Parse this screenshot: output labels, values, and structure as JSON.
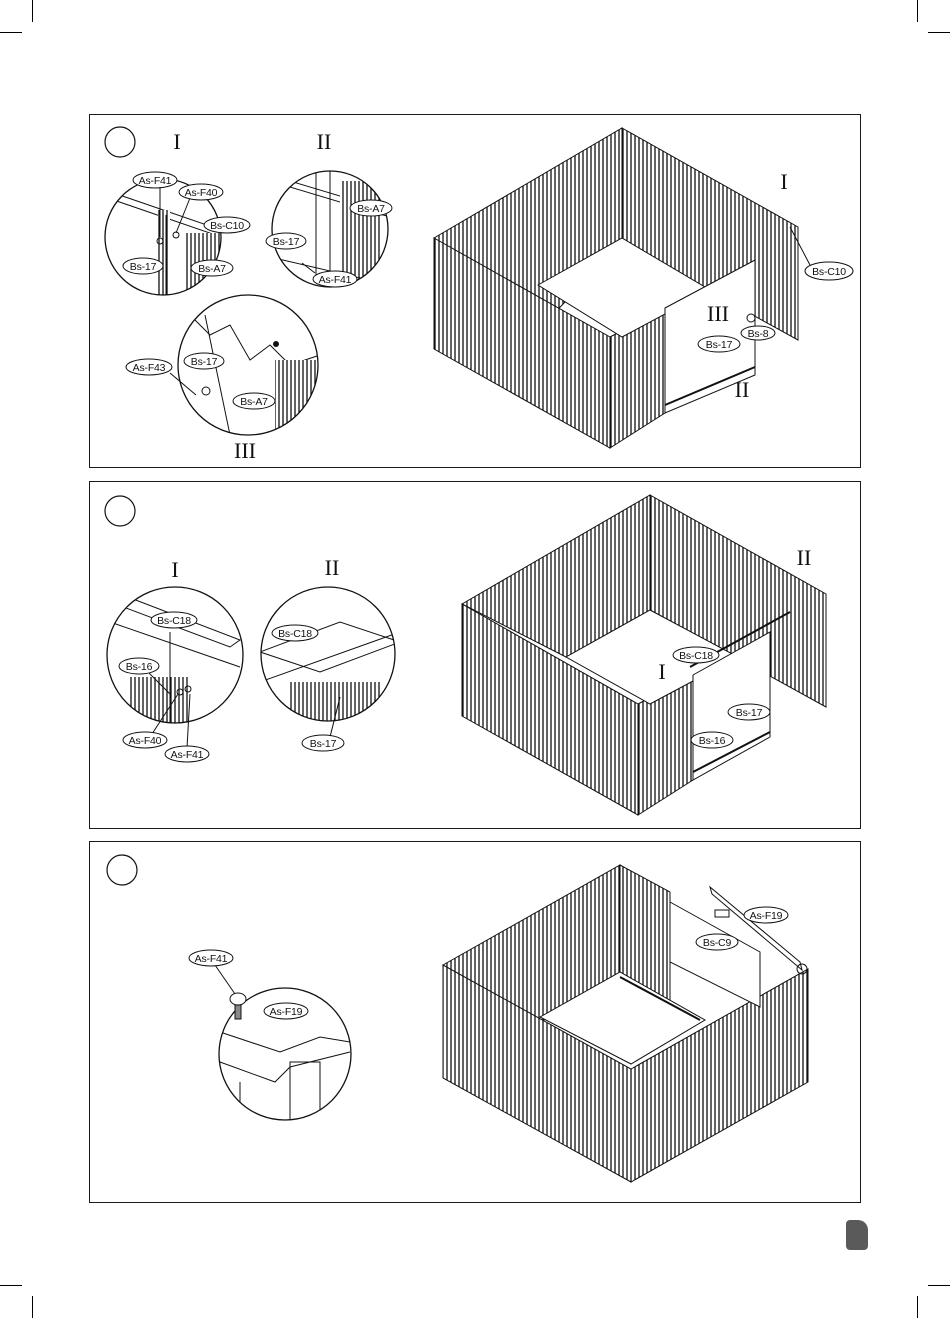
{
  "steps": [
    {
      "details": [
        {
          "roman": "I",
          "labels": [
            "As-F41",
            "As-F40",
            "Bs-C10",
            "Bs-17",
            "Bs-A7"
          ]
        },
        {
          "roman": "II",
          "labels": [
            "Bs-A7",
            "Bs-17",
            "As-F41"
          ]
        },
        {
          "roman": "III",
          "labels": [
            "As-F43",
            "Bs-17",
            "Bs-A7"
          ]
        }
      ],
      "main": {
        "romans": [
          "I",
          "III",
          "II"
        ],
        "labels": [
          "Bs-C10",
          "Bs-8",
          "Bs-17"
        ]
      }
    },
    {
      "details": [
        {
          "roman": "I",
          "labels": [
            "Bs-C18",
            "Bs-16",
            "As-F40",
            "As-F41"
          ]
        },
        {
          "roman": "II",
          "labels": [
            "Bs-C18",
            "Bs-17"
          ]
        }
      ],
      "main": {
        "romans": [
          "II",
          "I"
        ],
        "labels": [
          "Bs-C18",
          "Bs-17",
          "Bs-16"
        ]
      }
    },
    {
      "details": [
        {
          "labels": [
            "As-F41",
            "As-F19"
          ]
        }
      ],
      "main": {
        "labels": [
          "As-F19",
          "Bs-C9"
        ]
      }
    }
  ],
  "colors": {
    "line": "#111111",
    "tab": "#5a5a5a"
  }
}
